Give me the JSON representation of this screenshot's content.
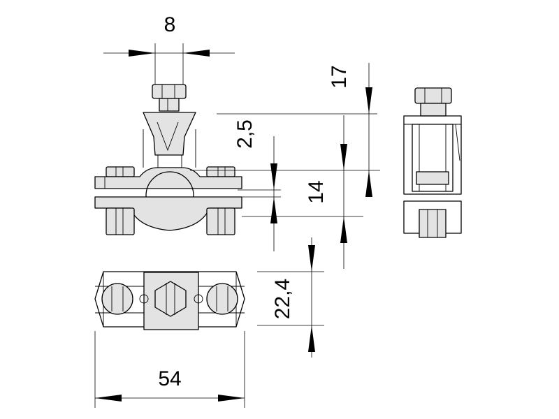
{
  "drawing": {
    "dimensions": {
      "screw_width": "8",
      "head_height": "17",
      "clamp_gap": "2,5",
      "pipe_range": "14",
      "block_height": "22,4",
      "overall_width": "54"
    }
  }
}
